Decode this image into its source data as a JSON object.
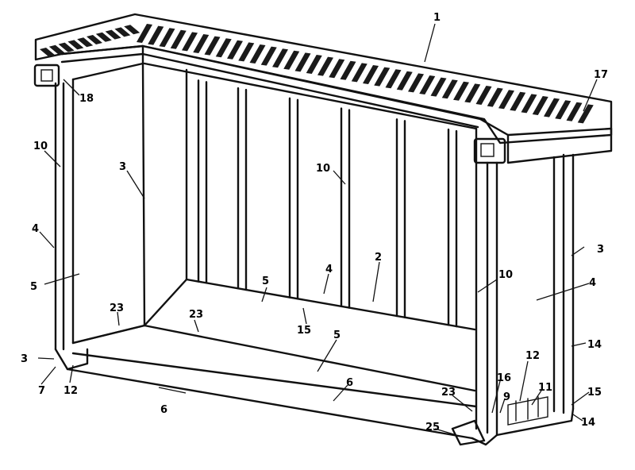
{
  "figure": {
    "reference_numerals": [
      {
        "id": "n1",
        "text": "1"
      },
      {
        "id": "n17",
        "text": "17"
      },
      {
        "id": "n18",
        "text": "18"
      },
      {
        "id": "n10a",
        "text": "10"
      },
      {
        "id": "n3a",
        "text": "3"
      },
      {
        "id": "n10b",
        "text": "10"
      },
      {
        "id": "n4a",
        "text": "4"
      },
      {
        "id": "n5a",
        "text": "5"
      },
      {
        "id": "n23a",
        "text": "23"
      },
      {
        "id": "n23b",
        "text": "23"
      },
      {
        "id": "n3b",
        "text": "3"
      },
      {
        "id": "n7",
        "text": "7"
      },
      {
        "id": "n12a",
        "text": "12"
      },
      {
        "id": "n6a",
        "text": "6"
      },
      {
        "id": "n5b",
        "text": "5"
      },
      {
        "id": "n4b",
        "text": "4"
      },
      {
        "id": "n2",
        "text": "2"
      },
      {
        "id": "n15a",
        "text": "15"
      },
      {
        "id": "n5c",
        "text": "5"
      },
      {
        "id": "n6b",
        "text": "6"
      },
      {
        "id": "n10c",
        "text": "10"
      },
      {
        "id": "n3c",
        "text": "3"
      },
      {
        "id": "n4c",
        "text": "4"
      },
      {
        "id": "n14a",
        "text": "14"
      },
      {
        "id": "n12b",
        "text": "12"
      },
      {
        "id": "n16",
        "text": "16"
      },
      {
        "id": "n9",
        "text": "9"
      },
      {
        "id": "n11",
        "text": "11"
      },
      {
        "id": "n15b",
        "text": "15"
      },
      {
        "id": "n14b",
        "text": "14"
      },
      {
        "id": "n23c",
        "text": "23"
      },
      {
        "id": "n25",
        "text": "25"
      }
    ]
  }
}
